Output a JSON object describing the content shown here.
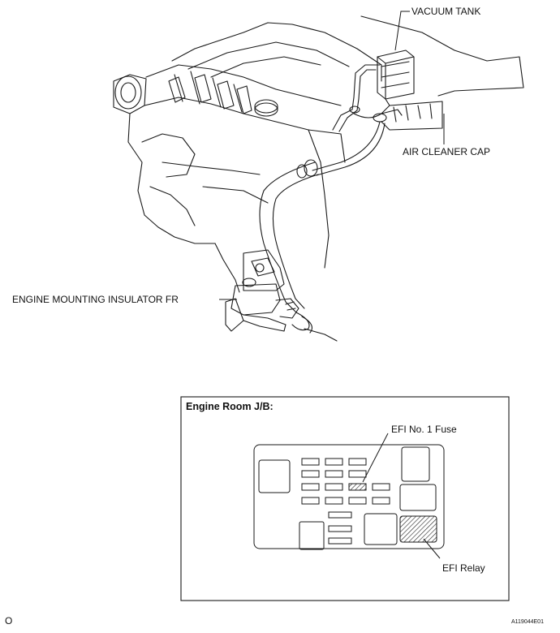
{
  "labels": {
    "vacuum_tank": "VACUUM TANK",
    "air_cleaner_cap": "AIR CLEANER CAP",
    "engine_mounting": "ENGINE MOUNTING INSULATOR FR"
  },
  "junction_box": {
    "title": "Engine Room J/B:",
    "fuse_label": "EFI No. 1 Fuse",
    "relay_label": "EFI Relay"
  },
  "footer": {
    "page_marker": "O",
    "figure_id": "A119044E01"
  },
  "colors": {
    "line": "#1a1a1a",
    "background": "#ffffff"
  }
}
